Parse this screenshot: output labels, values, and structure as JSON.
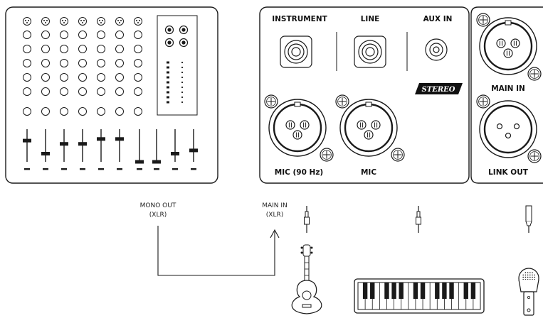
{
  "panel": {
    "instrument": "INSTRUMENT",
    "line": "LINE",
    "aux_in": "AUX IN",
    "stereo_badge": "STEREO",
    "mic_90": "MIC (90 Hz)",
    "mic": "MIC",
    "main_in": "MAIN IN",
    "link_out": "LINK OUT"
  },
  "wiring": {
    "mono_out_line1": "MONO OUT",
    "mono_out_line2": "(XLR)",
    "main_in_line1": "MAIN IN",
    "main_in_line2": "(XLR)"
  },
  "mixer": {
    "fader_levels": [
      0.65,
      0.25,
      0.55,
      0.55,
      0.7,
      0.7,
      0.0,
      0.0,
      0.25,
      0.35
    ]
  },
  "colors": {
    "stroke": "#1a1a1a",
    "fill": "#ffffff",
    "badge": "#111111"
  }
}
